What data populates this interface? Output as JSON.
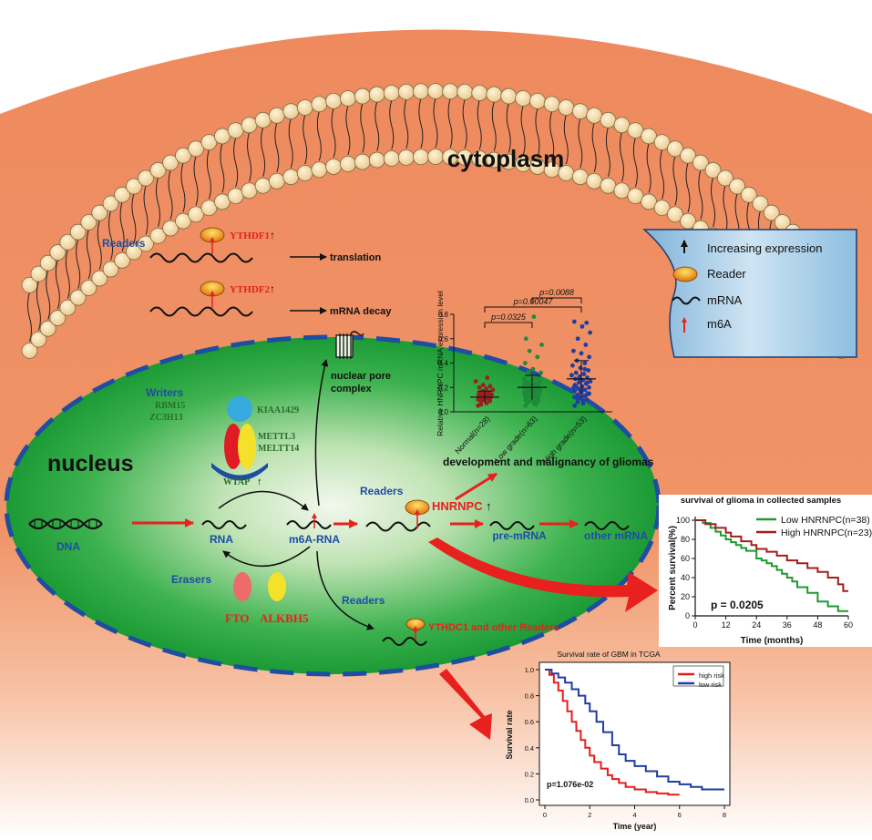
{
  "cytoplasm_label": "cytoplasm",
  "nucleus_label": "nucleus",
  "top_pathway": {
    "readers_label": "Readers",
    "ythdf1_label": "YTHDF1",
    "ythdf1_arrow": "↑",
    "translation_label": "translation",
    "ythdf2_label": "YTHDF2",
    "ythdf2_arrow": "↑",
    "decay_label": "mRNA decay"
  },
  "nuclear_pore": {
    "line1": "nuclear pore",
    "line2": "complex"
  },
  "writers": {
    "title": "Writers",
    "rbm15": "RBM15",
    "zc3h13": "ZC3H13",
    "kiaa1429": "KIAA1429",
    "mettl3": "METTL3",
    "mettl14": "MELTT14",
    "wtap": "WTAP",
    "wtap_arrow": "↑"
  },
  "flow": {
    "dna": "DNA",
    "rna": "RNA",
    "m6a_rna": "m6A-RNA",
    "readers_label": "Readers",
    "hnrnpc": "HNRNPC",
    "hnrnpc_arrow": "↑",
    "pre_mrna": "pre-mRNA",
    "other_mrna": "other mRNA",
    "development": "development and malignancy of gliomas"
  },
  "erasers": {
    "title": "Erasers",
    "fto": "FTO",
    "alkbh5": "ALKBH5"
  },
  "readers_bottom": {
    "title": "Readers",
    "ythdc1": "YTHDC1 and other Readers"
  },
  "legend": {
    "items": [
      {
        "icon": "up-arrow-icon",
        "label": "Increasing expression"
      },
      {
        "icon": "reader-icon",
        "label": "Reader"
      },
      {
        "icon": "mrna-wave-icon",
        "label": "mRNA"
      },
      {
        "icon": "m6a-arrow-icon",
        "label": "m6A"
      }
    ]
  },
  "colors": {
    "cytoplasm": "#ef8c60",
    "nucleus_green": "#1ea33a",
    "blue_label": "#1d4ea1",
    "red": "#e8201e",
    "dark_green_text": "#2a6e2a",
    "membrane_bead": "#fbe2b5"
  },
  "chart_data": [
    {
      "type": "scatter",
      "xlabel": "",
      "ylabel": "Relative HNRNPC mRNA expression level",
      "ylim": [
        0,
        0.8
      ],
      "yticks": [
        "0.0",
        "0.2",
        "0.4",
        "0.6",
        "0.8"
      ],
      "categories": [
        "Normal(n=28)",
        "Low grade(n=63)",
        "High grade(n=53)"
      ],
      "groups": [
        {
          "name": "Normal(n=28)",
          "mean": 0.12,
          "sd": 0.05,
          "color": "#9c1f1f",
          "values": [
            0.05,
            0.07,
            0.08,
            0.09,
            0.1,
            0.1,
            0.11,
            0.11,
            0.12,
            0.12,
            0.13,
            0.13,
            0.14,
            0.14,
            0.15,
            0.15,
            0.16,
            0.17,
            0.18,
            0.19,
            0.2,
            0.21,
            0.22,
            0.25,
            0.28,
            0.06,
            0.09,
            0.1
          ]
        },
        {
          "name": "Low grade(n=63)",
          "mean": 0.2,
          "sd": 0.1,
          "color": "#1f8a3a",
          "values": [
            0.05,
            0.07,
            0.08,
            0.09,
            0.1,
            0.1,
            0.11,
            0.12,
            0.12,
            0.13,
            0.13,
            0.14,
            0.14,
            0.15,
            0.15,
            0.16,
            0.16,
            0.17,
            0.17,
            0.18,
            0.18,
            0.19,
            0.19,
            0.2,
            0.2,
            0.21,
            0.21,
            0.22,
            0.22,
            0.23,
            0.24,
            0.25,
            0.26,
            0.27,
            0.28,
            0.3,
            0.32,
            0.35,
            0.4,
            0.45,
            0.5,
            0.55,
            0.78,
            0.6,
            0.12,
            0.14,
            0.16,
            0.18,
            0.2,
            0.22,
            0.11,
            0.13,
            0.15,
            0.17,
            0.19,
            0.21,
            0.24,
            0.28,
            0.33,
            0.09,
            0.1,
            0.08,
            0.06
          ]
        },
        {
          "name": "High grade(n=53)",
          "mean": 0.27,
          "sd": 0.15,
          "color": "#1f3ea1",
          "values": [
            0.05,
            0.07,
            0.08,
            0.1,
            0.11,
            0.12,
            0.13,
            0.14,
            0.15,
            0.16,
            0.17,
            0.18,
            0.19,
            0.2,
            0.21,
            0.22,
            0.23,
            0.24,
            0.25,
            0.26,
            0.27,
            0.28,
            0.29,
            0.3,
            0.31,
            0.32,
            0.34,
            0.36,
            0.38,
            0.4,
            0.42,
            0.45,
            0.48,
            0.5,
            0.55,
            0.6,
            0.65,
            0.7,
            0.74,
            0.73,
            0.12,
            0.15,
            0.18,
            0.21,
            0.24,
            0.27,
            0.3,
            0.09,
            0.11,
            0.14,
            0.17,
            0.2,
            0.35
          ]
        }
      ],
      "comparisons": [
        {
          "label": "p=0.00047",
          "from": 0,
          "to": 2
        },
        {
          "label": "p=0.0325",
          "from": 0,
          "to": 1
        },
        {
          "label": "p=0.0088",
          "from": 1,
          "to": 2
        }
      ]
    },
    {
      "type": "line",
      "title": "survival of glioma in collected samples",
      "xlabel": "Time (months)",
      "ylabel": "Percent survival(%)",
      "xlim": [
        0,
        60
      ],
      "ylim": [
        0,
        100
      ],
      "xticks": [
        "0",
        "12",
        "24",
        "36",
        "48",
        "60"
      ],
      "yticks": [
        "0",
        "20",
        "40",
        "60",
        "80",
        "100"
      ],
      "annotation": "p = 0.0205",
      "legend_position": "top-right",
      "series": [
        {
          "name": "Low HNRNPC(n=38)",
          "color": "#1f9a2e",
          "x": [
            0,
            3,
            6,
            8,
            10,
            12,
            14,
            16,
            18,
            20,
            24,
            26,
            28,
            30,
            32,
            34,
            36,
            38,
            40,
            44,
            48,
            52,
            56,
            60
          ],
          "y": [
            100,
            97,
            92,
            88,
            84,
            80,
            77,
            74,
            71,
            68,
            60,
            58,
            55,
            52,
            48,
            44,
            40,
            36,
            30,
            24,
            15,
            10,
            5,
            5
          ]
        },
        {
          "name": "High HNRNPC(n=23)",
          "color": "#a01f1f",
          "x": [
            0,
            4,
            8,
            12,
            14,
            18,
            22,
            24,
            28,
            32,
            36,
            40,
            44,
            48,
            52,
            56,
            58,
            60
          ],
          "y": [
            100,
            96,
            92,
            87,
            83,
            78,
            74,
            70,
            67,
            63,
            58,
            55,
            50,
            46,
            40,
            33,
            26,
            26
          ]
        }
      ]
    },
    {
      "type": "line",
      "title": "Survival rate of GBM in TCGA",
      "xlabel": "Time (year)",
      "ylabel": "Survival rate",
      "xlim": [
        0,
        8
      ],
      "ylim": [
        0,
        1
      ],
      "xticks": [
        "0",
        "2",
        "4",
        "6",
        "8"
      ],
      "yticks": [
        "0.0",
        "0.2",
        "0.4",
        "0.6",
        "0.8",
        "1.0"
      ],
      "annotation": "p=1.076e-02",
      "legend_position": "top-right",
      "series": [
        {
          "name": "high risk",
          "color": "#e21f1f",
          "x": [
            0,
            0.2,
            0.4,
            0.6,
            0.8,
            1.0,
            1.2,
            1.4,
            1.6,
            1.8,
            2.0,
            2.2,
            2.5,
            2.8,
            3.0,
            3.3,
            3.6,
            4.0,
            4.5,
            5.0,
            5.5,
            6.0
          ],
          "y": [
            1.0,
            0.96,
            0.9,
            0.84,
            0.76,
            0.68,
            0.6,
            0.53,
            0.46,
            0.4,
            0.34,
            0.29,
            0.24,
            0.19,
            0.16,
            0.13,
            0.1,
            0.08,
            0.06,
            0.05,
            0.04,
            0.04
          ]
        },
        {
          "name": "low risk",
          "color": "#1f3ea1",
          "x": [
            0,
            0.3,
            0.6,
            0.9,
            1.2,
            1.5,
            1.8,
            2.0,
            2.3,
            2.6,
            3.0,
            3.3,
            3.6,
            4.0,
            4.5,
            5.0,
            5.5,
            6.0,
            6.5,
            7.0,
            7.5,
            8.0
          ],
          "y": [
            1.0,
            0.97,
            0.94,
            0.9,
            0.85,
            0.8,
            0.74,
            0.68,
            0.6,
            0.52,
            0.42,
            0.35,
            0.3,
            0.26,
            0.22,
            0.18,
            0.14,
            0.12,
            0.1,
            0.08,
            0.08,
            0.08
          ]
        }
      ]
    }
  ]
}
